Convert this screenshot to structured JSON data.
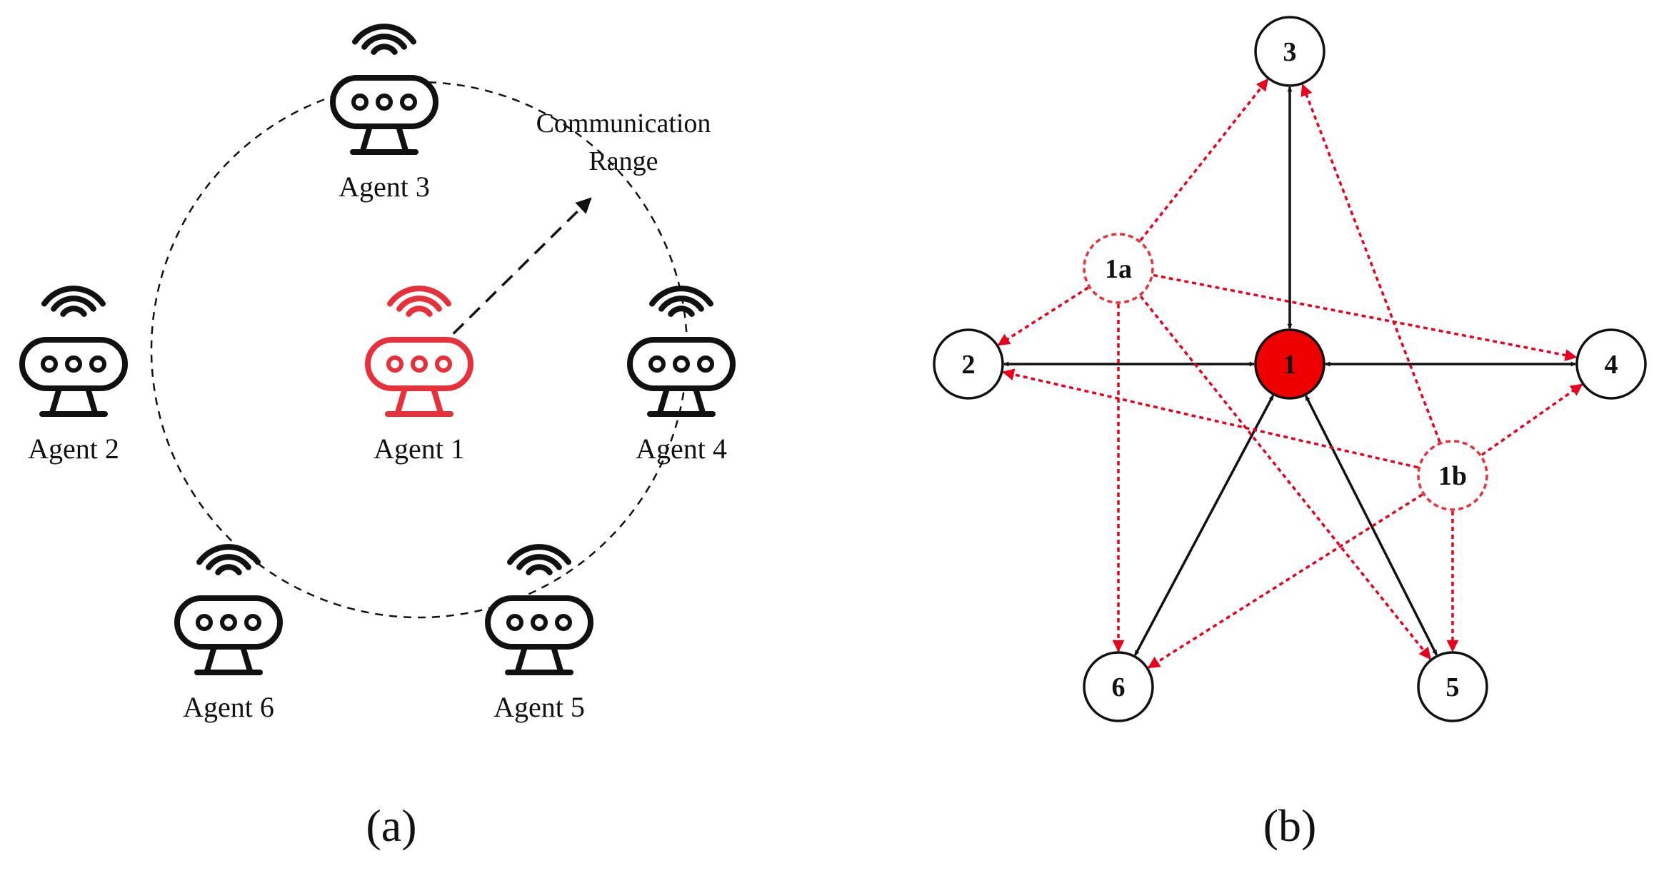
{
  "panel_a": {
    "label": "(a)",
    "range_label_line1": "Communication",
    "range_label_line2": "Range",
    "agents": [
      {
        "id": "agent-1",
        "label": "Agent 1",
        "color": "#e8303a",
        "icon": "robot-icon"
      },
      {
        "id": "agent-2",
        "label": "Agent 2",
        "color": "#111111",
        "icon": "robot-icon"
      },
      {
        "id": "agent-3",
        "label": "Agent 3",
        "color": "#111111",
        "icon": "robot-icon"
      },
      {
        "id": "agent-4",
        "label": "Agent 4",
        "color": "#111111",
        "icon": "robot-icon"
      },
      {
        "id": "agent-5",
        "label": "Agent 5",
        "color": "#111111",
        "icon": "robot-icon"
      },
      {
        "id": "agent-6",
        "label": "Agent 6",
        "color": "#111111",
        "icon": "robot-icon"
      }
    ]
  },
  "panel_b": {
    "label": "(b)",
    "nodes": [
      {
        "id": "1",
        "label": "1",
        "fill": "#ee0000",
        "stroke": "#111111",
        "dashed": false
      },
      {
        "id": "2",
        "label": "2",
        "fill": "#ffffff",
        "stroke": "#111111",
        "dashed": false
      },
      {
        "id": "3",
        "label": "3",
        "fill": "#ffffff",
        "stroke": "#111111",
        "dashed": false
      },
      {
        "id": "4",
        "label": "4",
        "fill": "#ffffff",
        "stroke": "#111111",
        "dashed": false
      },
      {
        "id": "5",
        "label": "5",
        "fill": "#ffffff",
        "stroke": "#111111",
        "dashed": false
      },
      {
        "id": "6",
        "label": "6",
        "fill": "#ffffff",
        "stroke": "#111111",
        "dashed": false
      },
      {
        "id": "1a",
        "label": "1a",
        "fill": "#ffffff",
        "stroke": "#e8303a",
        "dashed": true
      },
      {
        "id": "1b",
        "label": "1b",
        "fill": "#ffffff",
        "stroke": "#e8303a",
        "dashed": true
      }
    ],
    "black_edges": [
      [
        "1",
        "2"
      ],
      [
        "1",
        "3"
      ],
      [
        "1",
        "4"
      ],
      [
        "1",
        "5"
      ],
      [
        "1",
        "6"
      ]
    ],
    "red_edges": [
      [
        "1a",
        "2"
      ],
      [
        "1a",
        "3"
      ],
      [
        "1a",
        "4"
      ],
      [
        "1a",
        "5"
      ],
      [
        "1a",
        "6"
      ],
      [
        "1b",
        "2"
      ],
      [
        "1b",
        "3"
      ],
      [
        "1b",
        "4"
      ],
      [
        "1b",
        "5"
      ],
      [
        "1b",
        "6"
      ]
    ],
    "colors": {
      "black_edge": "#111111",
      "red_edge": "#e8001c"
    }
  }
}
